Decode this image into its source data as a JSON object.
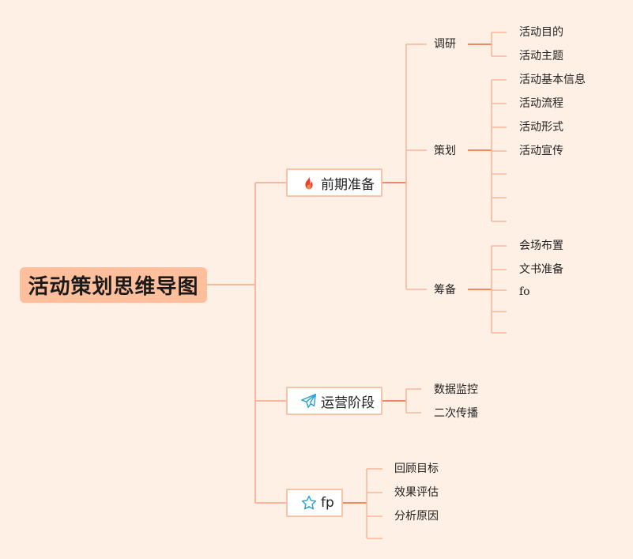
{
  "root": {
    "label": "活动策划思维导图"
  },
  "branches": [
    {
      "label": "前期准备",
      "icon": "fire-icon",
      "children": [
        {
          "label": "调研",
          "children": [
            "活动目的",
            "活动主题"
          ]
        },
        {
          "label": "策划",
          "children": [
            "活动基本信息",
            "活动流程",
            "活动形式",
            "活动宣传",
            "",
            "",
            ""
          ]
        },
        {
          "label": "筹备",
          "children": [
            "会场布置",
            "文书准备",
            "fo",
            "",
            ""
          ]
        }
      ]
    },
    {
      "label": "运营阶段",
      "icon": "paper-plane-icon",
      "children": [
        "数据监控",
        "二次传播"
      ]
    },
    {
      "label": "fp",
      "icon": "star-icon",
      "children": [
        "回顾目标",
        "效果评估",
        "分析原因",
        ""
      ]
    }
  ],
  "colors": {
    "background": "#fff0e6",
    "root_fill": "#ffbe9c",
    "connector": "#f7b79a",
    "connector_strong": "#f08a63",
    "fire": "#e8412c",
    "plane": "#2aa3d6",
    "star": "#2aa3d6"
  }
}
